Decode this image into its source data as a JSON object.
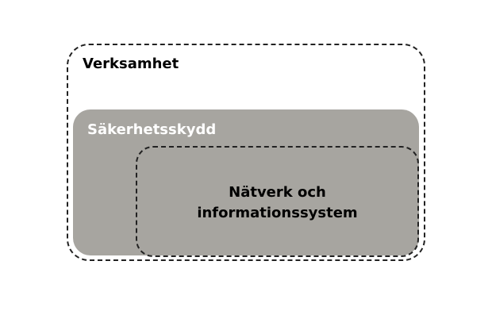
{
  "diagram": {
    "outer": {
      "label": "Verksamhet"
    },
    "middle": {
      "label": "Säkerhetsskydd",
      "fill_color": "#a7a5a0"
    },
    "inner": {
      "label_line1": "Nätverk och",
      "label_line2": "informationssystem"
    },
    "border_style": "dashed",
    "border_color": "#222222"
  }
}
